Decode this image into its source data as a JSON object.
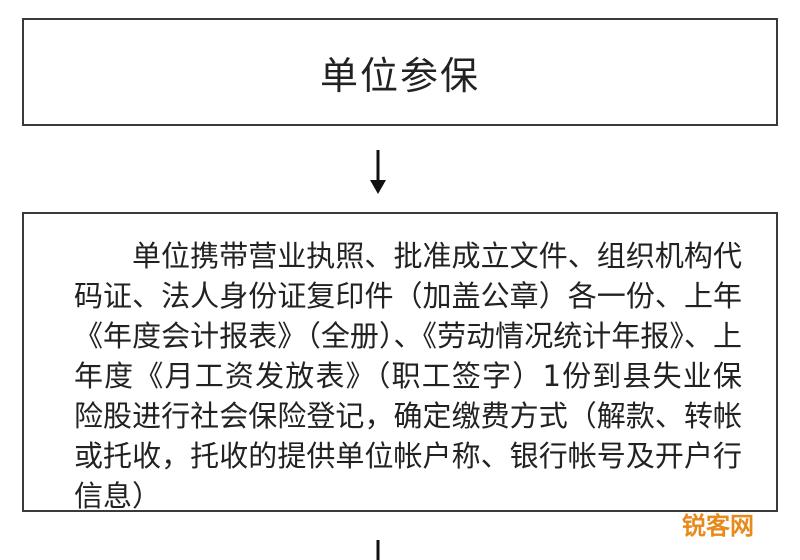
{
  "step1": {
    "label": "单位参保"
  },
  "step2": {
    "text": "单位携带营业执照、批准成立文件、组织机构代码证、法人身份证复印件（加盖公章）各一份、上年《年度会计报表》（全册）、《劳动情况统计年报》、上年度《月工资发放表》（职工签字）1份到县失业保险股进行社会保险登记，确定缴费方式（解款、转帐或托收，托收的提供单位帐户称、银行帐号及开户行信息）"
  },
  "watermark": {
    "text": "锐客网"
  }
}
